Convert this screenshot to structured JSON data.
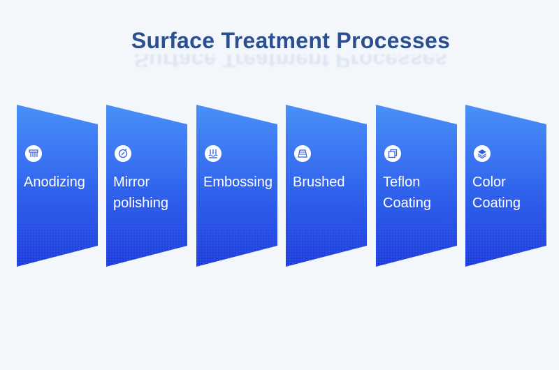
{
  "title": "Surface Treatment Processes",
  "colors": {
    "title": "#2b4f8f",
    "panel_top": "#3e86f6",
    "panel_bottom": "#1f3fdb",
    "background": "#f3f7fc"
  },
  "panels": [
    {
      "lines": [
        "Anodizing"
      ],
      "icon": "anodizing-icon"
    },
    {
      "lines": [
        "Mirror",
        "polishing"
      ],
      "icon": "mirror-polishing-icon"
    },
    {
      "lines": [
        "Embossing"
      ],
      "icon": "embossing-icon"
    },
    {
      "lines": [
        "Brushed"
      ],
      "icon": "brushed-icon"
    },
    {
      "lines": [
        "Teflon",
        "Coating"
      ],
      "icon": "teflon-coating-icon"
    },
    {
      "lines": [
        "Color",
        "Coating"
      ],
      "icon": "color-coating-icon"
    }
  ]
}
